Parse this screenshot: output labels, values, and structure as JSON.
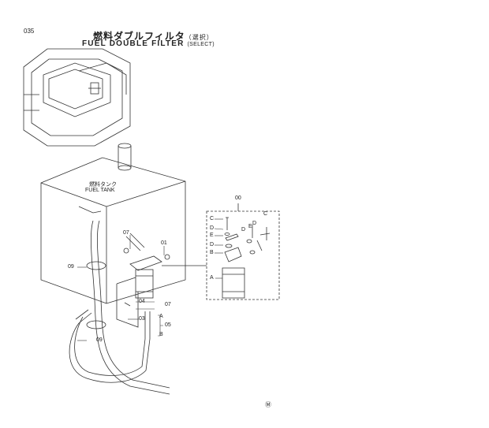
{
  "page_number": "035",
  "title": {
    "jp": "燃料ダブルフィルタ",
    "jp_sub": "（選択）",
    "en": "FUEL DOUBLE FILTER",
    "en_sub": "(SELECT)"
  },
  "tank_label": {
    "jp": "燃料タンク",
    "en": "FUEL TANK"
  },
  "callouts": {
    "c00": "00",
    "c01": "01",
    "c03": "03",
    "c04": "04",
    "c05": "05",
    "c07a": "07",
    "c07b": "07",
    "c09a": "09",
    "c09b": "09",
    "pA": "A",
    "pA2": "A",
    "pB": "B",
    "pB2": "B",
    "pC1": "C",
    "pC2": "C",
    "pD1": "D",
    "pD2": "D",
    "pD3": "D",
    "pD4": "D",
    "pE1": "E",
    "pE2": "E"
  },
  "corner_mark": "Ⓜ"
}
